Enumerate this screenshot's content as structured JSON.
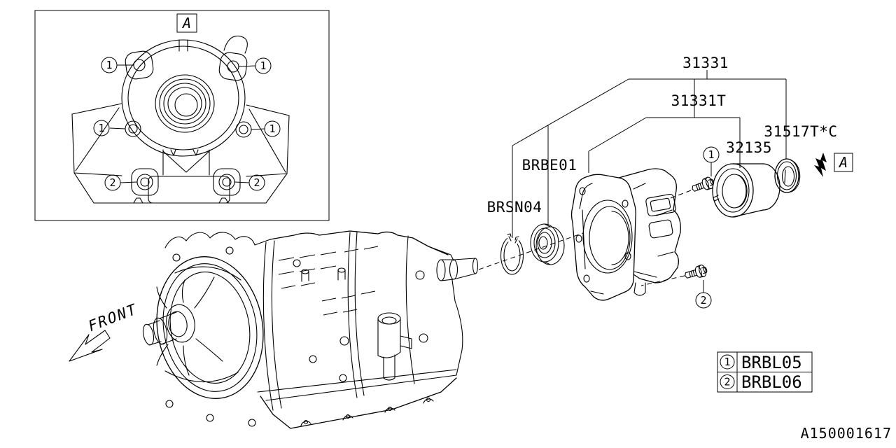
{
  "colors": {
    "line": "#000000",
    "background": "#ffffff"
  },
  "labels": {
    "p_31331": "31331",
    "p_31331t": "31331T",
    "p_31517tc": "31517T*C",
    "p_32135": "32135",
    "p_brbe01": "BRBE01",
    "p_brsn04": "BRSN04"
  },
  "front_label": "FRONT",
  "view_ref_label": "A",
  "callouts": {
    "one": "1",
    "two": "2"
  },
  "legend": {
    "rows": [
      {
        "num": "1",
        "code": "BRBL05"
      },
      {
        "num": "2",
        "code": "BRBL06"
      }
    ]
  },
  "diagram_code": "A150001617"
}
